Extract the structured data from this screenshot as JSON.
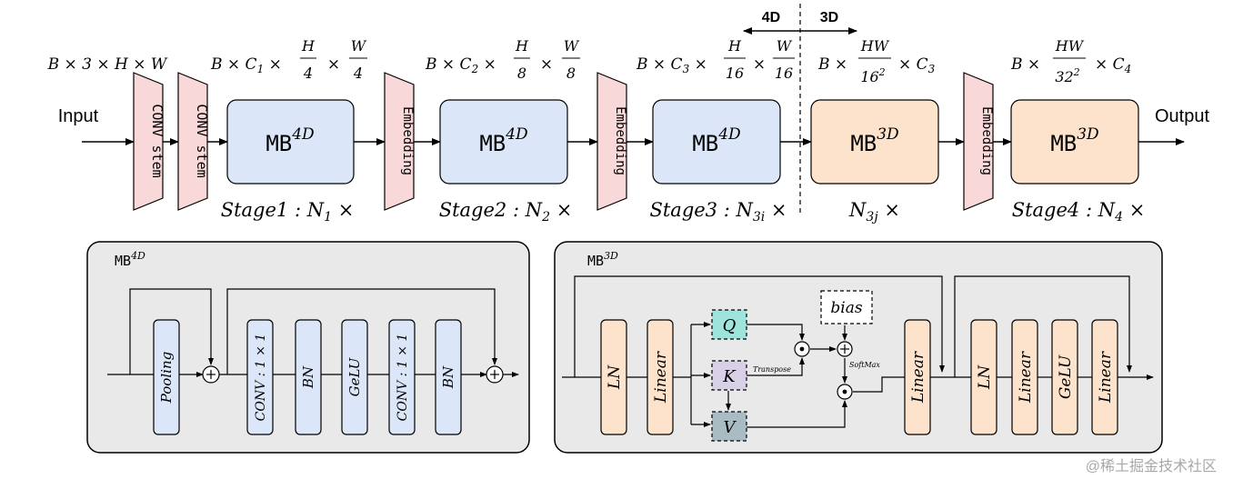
{
  "colors": {
    "blue_block": "#dbe6f8",
    "orange_block": "#fde3cc",
    "pink_trap": "#f8d8d8",
    "panel_fill": "#e9e9e9",
    "q_fill": "#9fe3dd",
    "k_fill": "#d8d0e6",
    "v_fill": "#a9bcc4",
    "line": "#000000"
  },
  "top": {
    "input_label": "Input",
    "output_label": "Output",
    "split_4d": "4D",
    "split_3d": "3D",
    "input_shape": "B × 3 × H × W",
    "stem1": "CONV stem",
    "stem2": "CONV stem",
    "embedding_label": "Embedding",
    "mb_text": "MB",
    "sup_4d": "4D",
    "sup_3d": "3D",
    "stages": [
      {
        "shape_prefix": "B × C",
        "shape_sub": "1",
        "frac1_num": "H",
        "frac1_den": "4",
        "frac2_num": "W",
        "frac2_den": "4",
        "label": "Stage1 : N",
        "label_sub": "1",
        "label_suffix": " ×"
      },
      {
        "shape_prefix": "B × C",
        "shape_sub": "2",
        "frac1_num": "H",
        "frac1_den": "8",
        "frac2_num": "W",
        "frac2_den": "8",
        "label": "Stage2 : N",
        "label_sub": "2",
        "label_suffix": " ×"
      },
      {
        "shape_prefix": "B × C",
        "shape_sub": "3",
        "frac1_num": "H",
        "frac1_den": "16",
        "frac2_num": "W",
        "frac2_den": "16",
        "label": "Stage3 : N",
        "label_sub": "3i",
        "label_suffix": " ×"
      },
      {
        "shape_prefix": "B ×",
        "frac_num": "HW",
        "frac_den": "16",
        "frac_den_sup": "2",
        "shape_suffix": "× C",
        "shape_suffix_sub": "3",
        "label": "N",
        "label_sub": "3j",
        "label_suffix": " ×"
      },
      {
        "shape_prefix": "B ×",
        "frac_num": "HW",
        "frac_den": "32",
        "frac_den_sup": "2",
        "shape_suffix": "× C",
        "shape_suffix_sub": "4",
        "label": "Stage4 : N",
        "label_sub": "4",
        "label_suffix": " ×"
      }
    ]
  },
  "panel_4d": {
    "title": "MB",
    "title_sup": "4D",
    "blocks": [
      "Pooling",
      "CONV : 1 × 1",
      "BN",
      "GeLU",
      "CONV : 1 × 1",
      "BN"
    ]
  },
  "panel_3d": {
    "title": "MB",
    "title_sup": "3D",
    "blocks_left": [
      "LN",
      "Linear"
    ],
    "q": "Q",
    "k": "K",
    "v": "V",
    "bias": "bias",
    "transpose": "Transpose",
    "softmax": "SoftMax",
    "proj": "Linear",
    "blocks_right": [
      "LN",
      "Linear",
      "GeLU",
      "Linear"
    ]
  },
  "watermark": "@稀土掘金技术社区"
}
